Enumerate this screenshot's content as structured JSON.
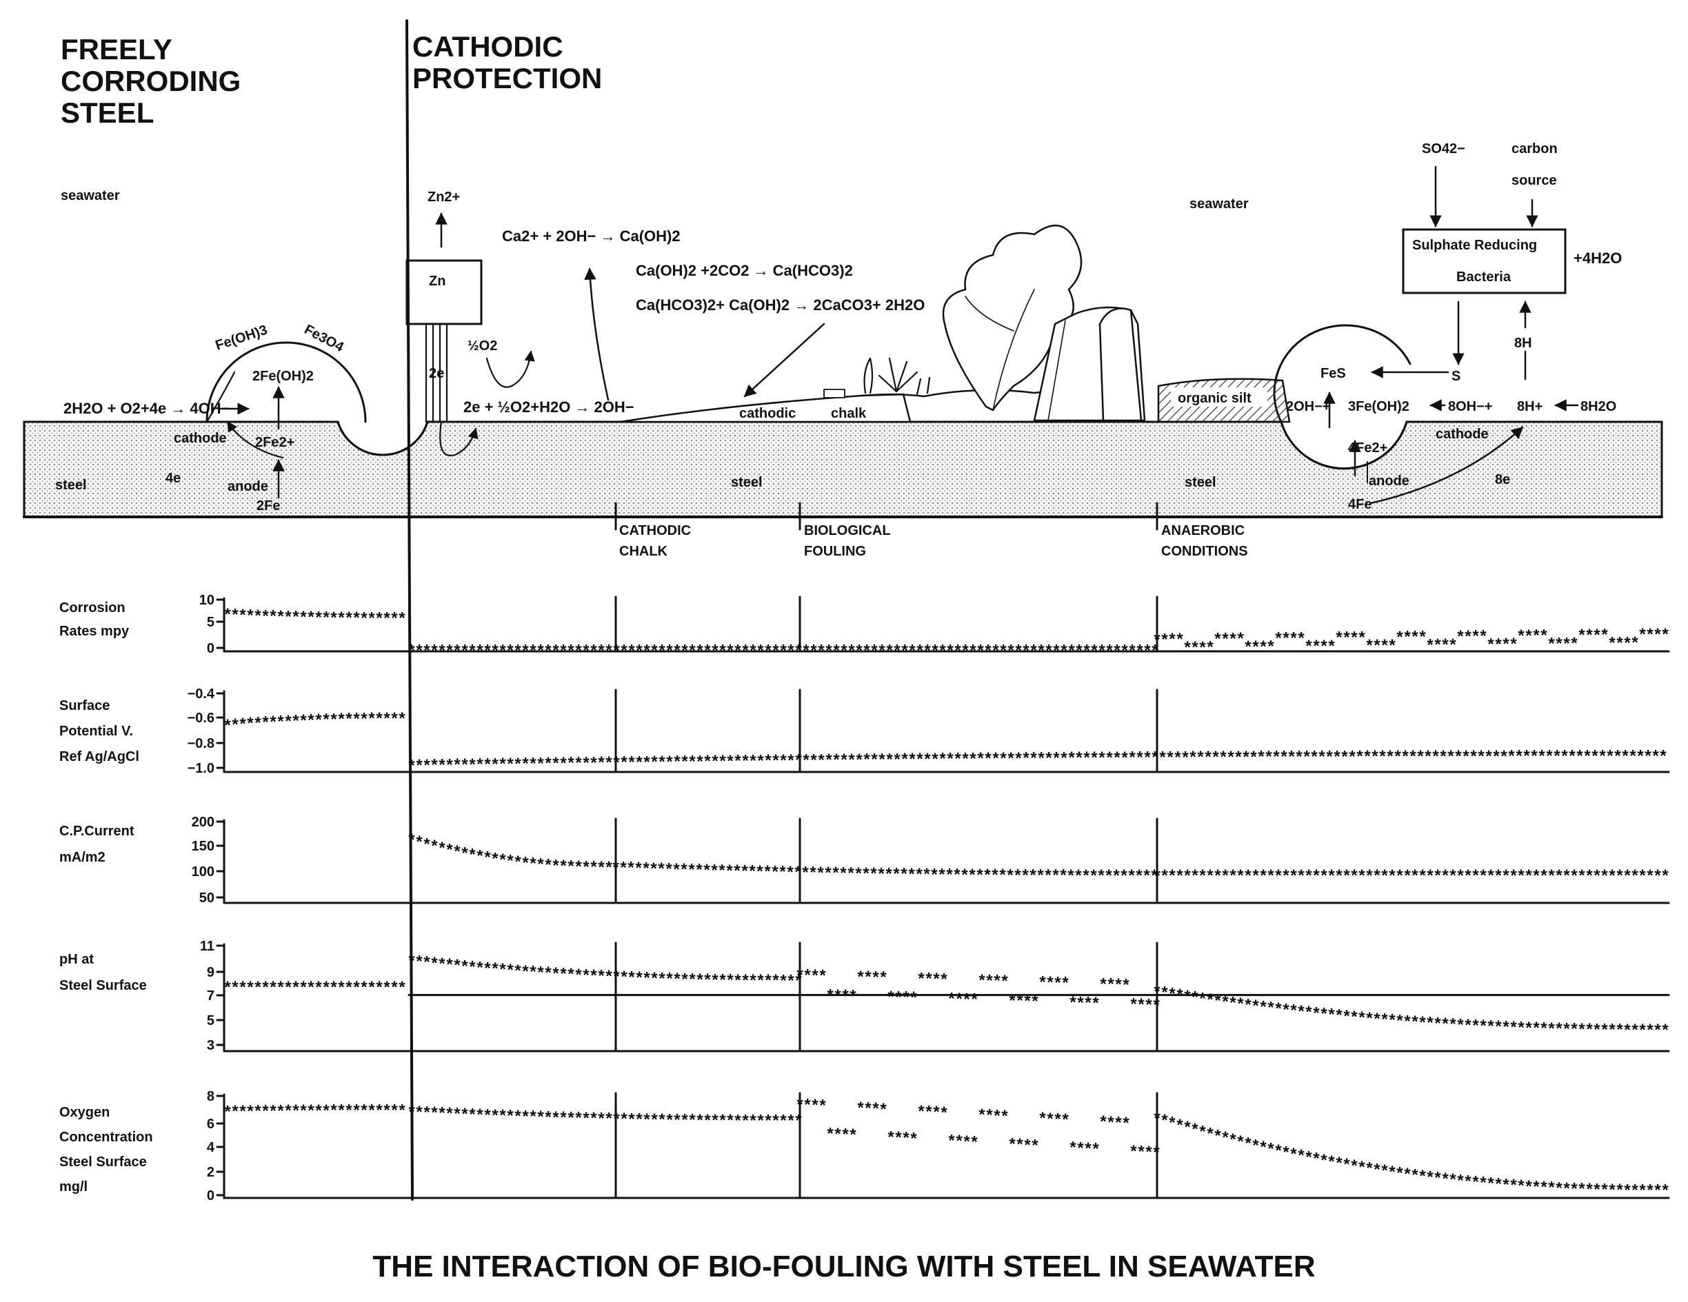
{
  "title": "THE INTERACTION OF BIO-FOULING  WITH STEEL IN SEAWATER",
  "headings": {
    "freely_line1": "FREELY",
    "freely_line2": "CORRODING",
    "freely_line3": "STEEL",
    "cathodic_line1": "CATHODIC",
    "cathodic_line2": "PROTECTION"
  },
  "labels": {
    "seawater": "seawater",
    "steel": "steel",
    "cathode": "cathode",
    "anode": "anode",
    "zn": "Zn",
    "zn_ion": "Zn2+",
    "two_e": "2e",
    "half_o2": "½O2",
    "four_e": "4e",
    "eight_e": "8e",
    "two_fe": "2Fe",
    "four_fe": "4Fe",
    "fe_oh3": "Fe(OH)3",
    "fe3o4": "Fe3O4",
    "fe_oh2": "2Fe(OH)2",
    "fe2": "2Fe2+",
    "fe2_4": "4Fe2+",
    "fes": "FeS",
    "s": "S",
    "so4": "SO42−",
    "carbon": "carbon",
    "source": "source",
    "srb_line1": "Sulphate Reducing",
    "srb_line2": "Bacteria",
    "plus_4h2o": "+4H2O",
    "eight_h": "8H",
    "cathodic": "cathodic",
    "chalk": "chalk",
    "organic_silt": "organic silt",
    "two_oh": "2OH−+",
    "three_fe_oh2": "3Fe(OH)2",
    "eight_oh": "8OH−+",
    "eight_h_plus": "8H+",
    "eight_h2o": "8H2O"
  },
  "equations": {
    "left_cathode": "2H2O + O2+4e → 4OH−",
    "ca1": "Ca2+ + 2OH− → Ca(OH)2",
    "ca2": "Ca(OH)2 +2CO2 → Ca(HCO3)2",
    "ca3": "Ca(HCO3)2+ Ca(OH)2 → 2CaCO3+ 2H2O",
    "o2_red": "2e + ½O2+H2O → 2OH−"
  },
  "zones": [
    {
      "line1": "CATHODIC",
      "line2": "CHALK"
    },
    {
      "line1": "BIOLOGICAL",
      "line2": "FOULING"
    },
    {
      "line1": "ANAEROBIC",
      "line2": "CONDITIONS"
    }
  ],
  "charts": [
    {
      "label": [
        "Corrosion",
        "Rates mpy"
      ],
      "ticks": [
        "10",
        "5",
        "0"
      ]
    },
    {
      "label": [
        "Surface",
        "Potential V.",
        "Ref Ag/AgCl"
      ],
      "ticks": [
        "−0.4",
        "−0.6",
        "−0.8",
        "−1.0"
      ]
    },
    {
      "label": [
        "C.P.Current",
        "mA/m2"
      ],
      "ticks": [
        "200",
        "150",
        "100",
        "50"
      ]
    },
    {
      "label": [
        "pH at",
        "Steel Surface"
      ],
      "ticks": [
        "11",
        "9",
        "7",
        "5",
        "3"
      ]
    },
    {
      "label": [
        "Oxygen",
        "Concentration",
        "Steel Surface",
        "mg/l"
      ],
      "ticks": [
        "8",
        "6",
        "4",
        "2",
        "0"
      ]
    }
  ],
  "chart_data": [
    {
      "type": "line",
      "ylabel": "Corrosion Rates mpy",
      "ylim": [
        0,
        10
      ],
      "segments": [
        {
          "zone": "FREELY CORRODING STEEL",
          "from": 7,
          "to": 6.3
        },
        {
          "zone": "CATHODIC PROTECTION",
          "from": 0.2,
          "to": 0.2
        },
        {
          "zone": "ANAEROBIC CONDITIONS",
          "from": 1.5,
          "to": 2.5,
          "pattern": "fluctuating"
        }
      ]
    },
    {
      "type": "line",
      "ylabel": "Surface Potential V. Ref Ag/AgCl",
      "ylim": [
        -1.0,
        -0.4
      ],
      "segments": [
        {
          "zone": "FREELY CORRODING STEEL",
          "from": -0.65,
          "to": -0.6
        },
        {
          "zone": "CATHODIC PROTECTION",
          "from": -0.95,
          "to": -0.88
        }
      ]
    },
    {
      "type": "line",
      "ylabel": "C.P.Current mA/m2",
      "ylim": [
        50,
        200
      ],
      "segments": [
        {
          "zone": "CATHODIC PROTECTION",
          "from": 165,
          "to": 115
        },
        {
          "zone": "CATHODIC CHALK / BIOLOGICAL FOULING",
          "from": 115,
          "to": 100
        },
        {
          "zone": "ANAEROBIC CONDITIONS",
          "from": 100,
          "to": 100
        }
      ]
    },
    {
      "type": "line",
      "ylabel": "pH at Steel Surface",
      "ylim": [
        3,
        11
      ],
      "segments": [
        {
          "zone": "FREELY CORRODING STEEL",
          "from": 7.8,
          "to": 7.8
        },
        {
          "zone": "CATHODIC PROTECTION",
          "from": 9.8,
          "to": 8.3
        },
        {
          "zone": "BIOLOGICAL FOULING",
          "from": 8,
          "to": 7.2,
          "pattern": "fluctuating"
        },
        {
          "zone": "ANAEROBIC CONDITIONS",
          "from": 7.5,
          "to": 4.6
        }
      ]
    },
    {
      "type": "line",
      "ylabel": "Oxygen Concentration Steel Surface mg/l",
      "ylim": [
        0,
        8
      ],
      "segments": [
        {
          "zone": "FREELY CORRODING STEEL",
          "from": 6.7,
          "to": 6.8
        },
        {
          "zone": "CATHODIC PROTECTION",
          "from": 6.7,
          "to": 6
        },
        {
          "zone": "BIOLOGICAL FOULING",
          "from": 6.2,
          "to": 4.6,
          "pattern": "fluctuating"
        },
        {
          "zone": "ANAEROBIC CONDITIONS",
          "from": 6.2,
          "to": 0.6
        }
      ]
    }
  ]
}
